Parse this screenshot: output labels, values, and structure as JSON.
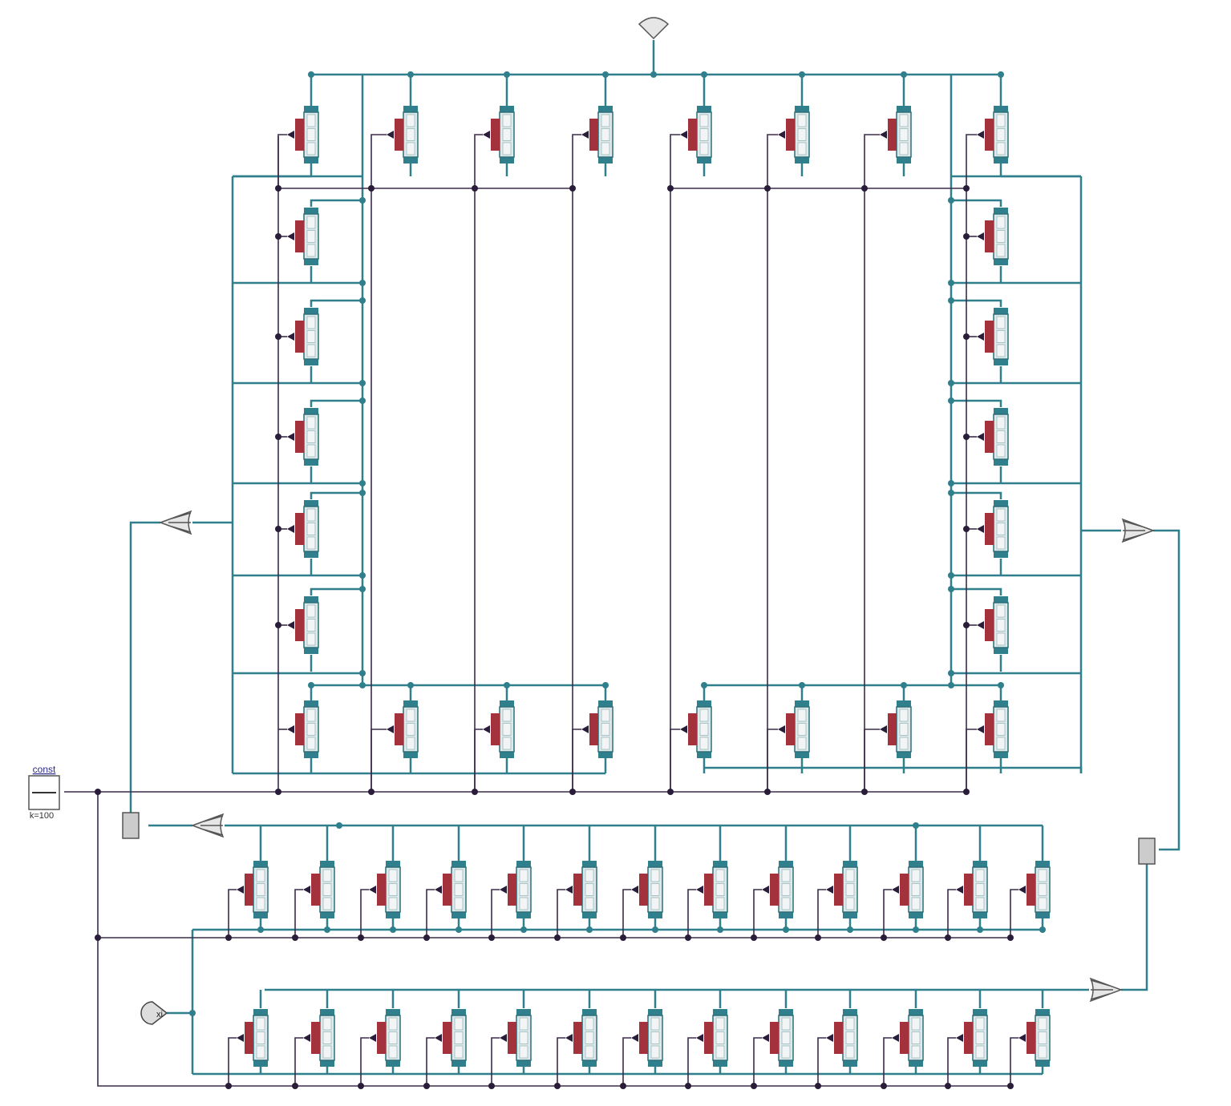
{
  "const_block": {
    "name": "const",
    "param": "k=100"
  },
  "input_sensor": {
    "label": "xi"
  },
  "colors": {
    "teal_wire": "#2f7f8c",
    "signal_wire": "#3b2b4b",
    "component_red": "#a3323c",
    "component_body": "#dfe9ec",
    "node": "#2a1d3a"
  }
}
